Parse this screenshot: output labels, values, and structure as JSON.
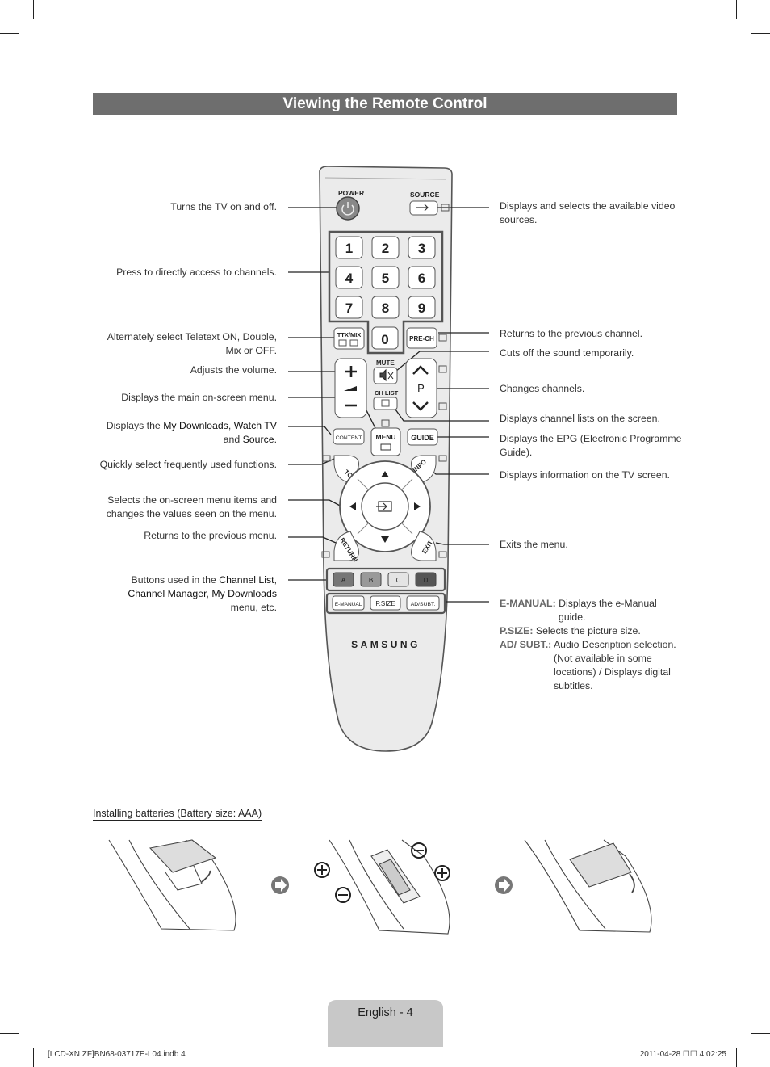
{
  "title": "Viewing the Remote Control",
  "labels_left": {
    "power": "Turns the TV on and off.",
    "numbers": "Press to directly access to channels.",
    "ttx_line1": "Alternately select Teletext ON, Double,",
    "ttx_line2": "Mix or OFF.",
    "volume": "Adjusts the volume.",
    "menu": "Displays the main on-screen menu.",
    "content_pre": "Displays the ",
    "content_b1": "My Downloads",
    "content_sep": ", ",
    "content_b2": "Watch TV",
    "content_and": "and ",
    "content_b3": "Source",
    "content_end": ".",
    "tools": "Quickly select frequently used functions.",
    "nav_line1": "Selects the on-screen menu items and",
    "nav_line2": "changes the values seen on the menu.",
    "return": "Returns to the previous menu.",
    "color_pre": "Buttons used in the ",
    "color_b1": "Channel List",
    "color_sep": ",",
    "color_b2": "Channel Manager",
    "color_sep2": ", ",
    "color_b3": "My Downloads",
    "color_end": "menu, etc."
  },
  "labels_right": {
    "source_line1": "Displays and selects the available video",
    "source_line2": "sources.",
    "prech": "Returns to the previous channel.",
    "mute": "Cuts off the sound temporarily.",
    "channel": "Changes channels.",
    "chlist": "Displays channel lists on the screen.",
    "guide_line1": "Displays the EPG (Electronic Programme",
    "guide_line2": "Guide).",
    "info": "Displays information on the TV screen.",
    "exit": "Exits the menu.",
    "emanual_term": "E-MANUAL:",
    "emanual_def1": " Displays the e-Manual",
    "emanual_def2": "guide.",
    "psize_term": "P.SIZE:",
    "psize_def": " Selects the picture size.",
    "ad_term": "AD/ SUBT.:",
    "ad_def1": " Audio Description selection.",
    "ad_def2": "(Not available in some",
    "ad_def3": "locations) / Displays digital",
    "ad_def4": "subtitles."
  },
  "remote": {
    "power": "POWER",
    "source": "SOURCE",
    "digits": [
      "1",
      "2",
      "3",
      "4",
      "5",
      "6",
      "7",
      "8",
      "9"
    ],
    "zero": "0",
    "ttx": "TTX/MIX",
    "prech": "PRE-CH",
    "mute": "MUTE",
    "p": "P",
    "chlist": "CH LIST",
    "content": "CONTENT",
    "menu": "MENU",
    "guide": "GUIDE",
    "tools": "TOOLS",
    "info": "INFO",
    "return": "RETURN",
    "exit": "EXIT",
    "colors": [
      "A",
      "B",
      "C",
      "D"
    ],
    "emanual": "E-MANUAL",
    "psize": "P.SIZE",
    "adsubt": "AD/SUBT.",
    "brand": "SAMSUNG"
  },
  "batteries_title": "Installing batteries (Battery size: AAA)",
  "footer": {
    "page": "English - 4",
    "file": "[LCD-XN ZF]BN68-03717E-L04.indb   4",
    "stamp": "2011-04-28   ☐☐ 4:02:25"
  },
  "colors": {
    "title_bg": "#6e6e6e",
    "footer_bg": "#c8c8c8",
    "remote_body": "#ebebeb"
  }
}
